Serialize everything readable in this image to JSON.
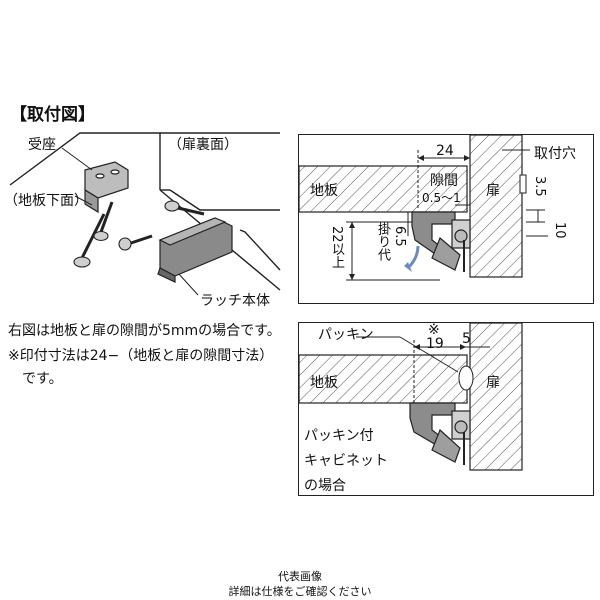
{
  "heading": "【取付図】",
  "left_figure": {
    "label_seat": "受座",
    "label_door_back": "（扉裏面）",
    "label_shelf_bottom": "（地板下面）",
    "label_latch_body": "ラッチ本体"
  },
  "notes": {
    "line1": "右図は地板と扉の隙間が5mmの場合です。",
    "line2": "※印付寸法は24−（地板と扉の隙間寸法）",
    "line3": "です。"
  },
  "top_right": {
    "dim_24": "24",
    "label_mount_hole": "取付穴",
    "label_shelf": "地板",
    "label_gap": "隙間",
    "dim_gap": "0.5～1",
    "label_door": "扉",
    "dim_3_5": "3.5",
    "dim_6_5": "6.5",
    "dim_10": "10",
    "label_overlap": "掛り代",
    "label_22_more": "22以上"
  },
  "bottom_right": {
    "label_packing": "パッキン",
    "mark": "※",
    "dim_19": "19",
    "dim_5": "5",
    "label_shelf": "地板",
    "label_door": "扉",
    "label_case_1": "パッキン付",
    "label_case_2": "キャビネット",
    "label_case_3": "の場合"
  },
  "footer": {
    "line1": "代表画像",
    "line2": "詳細は仕様をご確認ください"
  }
}
